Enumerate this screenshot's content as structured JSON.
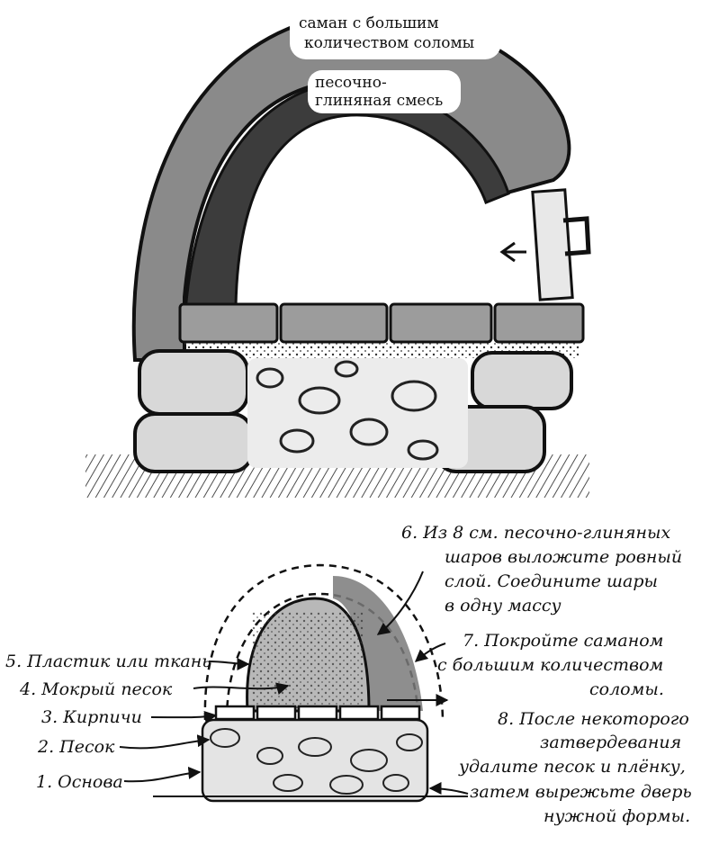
{
  "top_labels": {
    "straw_cob": [
      "саман с большим",
      "количеством соломы"
    ],
    "sand_clay": [
      "песочно-",
      "глиняная смесь"
    ]
  },
  "left_labels": [
    "5. Пластик или ткань",
    "4. Мокрый песок",
    "3. Кирпичи",
    "2. Песок",
    "1. Основа"
  ],
  "right_labels": {
    "step6": [
      "6. Из 8 см. песочно-глиняных",
      "шаров выложите ровный",
      "слой. Соедините шары",
      "в одну массу"
    ],
    "step7": [
      "7. Покройте саманом",
      "с большим количеством",
      "соломы."
    ],
    "step8": [
      "8. После некоторого",
      "затвердевания",
      "удалите песок и плёнку,",
      "затем вырежьте дверь",
      "нужной формы."
    ]
  },
  "colors": {
    "ink": "#111111",
    "outer_cob": "#8a8a8a",
    "inner_mix": "#3c3c3c",
    "stone": "#d8d8d8",
    "brick": "#9c9c9c"
  }
}
